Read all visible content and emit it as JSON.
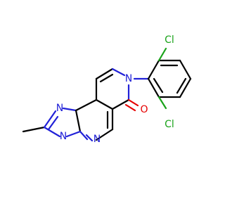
{
  "molecule": {
    "atoms": {
      "cl_top": "Cl",
      "cl_right": "Cl",
      "n_ring_left": "N",
      "n_ring_right": "N",
      "n_triazole_top": "N",
      "n_triazole_bottom": "N",
      "n_pyrimidine": "N",
      "o_carbonyl": "O"
    },
    "colors": {
      "carbon_bond": "#000000",
      "nitrogen": "#2121d8",
      "oxygen": "#e60000",
      "chlorine": "#1aa31a"
    }
  }
}
